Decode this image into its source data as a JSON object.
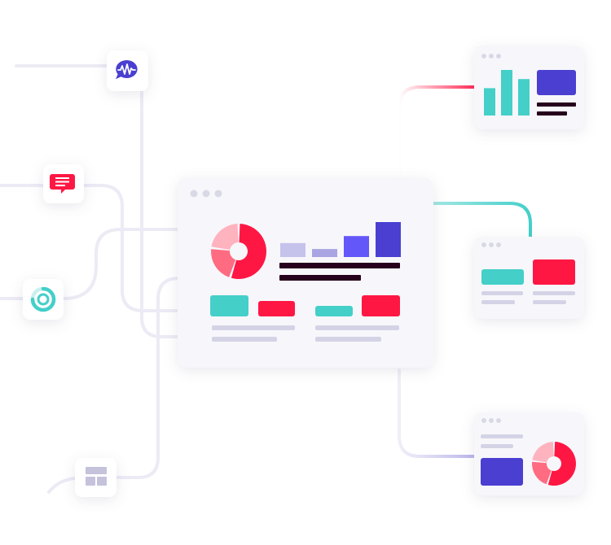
{
  "colors": {
    "connector": "#ECEBF5",
    "card_bg": "#F7F7FB",
    "tile_bg": "#FFFFFF",
    "window_dot": "#D9D9E6",
    "placeholder_bar": "#D4D3E6",
    "teal": "#44CFC9",
    "red": "#FF1744",
    "pink": "#FF6B81",
    "light_pink": "#FFB3BE",
    "indigo": "#4A3FD1",
    "violet": "#6457F9",
    "lavender": "#C5C2EC",
    "dark_text": "#26001C"
  },
  "icons": {
    "voice_chat": "audio-wave-speech-bubble-icon",
    "message": "message-bubble-icon",
    "radial_progress": "radial-progress-icon",
    "layout": "layout-grid-icon"
  },
  "chart_data": [
    {
      "type": "bar",
      "placement": "main-card",
      "categories": [
        "",
        "",
        "",
        ""
      ],
      "values": [
        0.4,
        0.23,
        0.6,
        1.0
      ],
      "colors": [
        "#C5C2EC",
        "#A9A4E2",
        "#6457F9",
        "#4A3FD1"
      ]
    },
    {
      "type": "pie",
      "placement": "main-card",
      "donut": true,
      "values": [
        55,
        22,
        23
      ],
      "colors": [
        "#FF1744",
        "#FF6B81",
        "#FFB3BE"
      ]
    },
    {
      "type": "bar",
      "placement": "top-right-card",
      "categories": [
        "",
        "",
        ""
      ],
      "values": [
        0.6,
        1.0,
        0.8
      ],
      "colors": [
        "#44CFC9",
        "#44CFC9",
        "#44CFC9"
      ]
    },
    {
      "type": "pie",
      "placement": "bottom-right-card",
      "donut": true,
      "values": [
        55,
        22,
        23
      ],
      "colors": [
        "#FF1744",
        "#FF6B81",
        "#FFB3BE"
      ]
    }
  ]
}
